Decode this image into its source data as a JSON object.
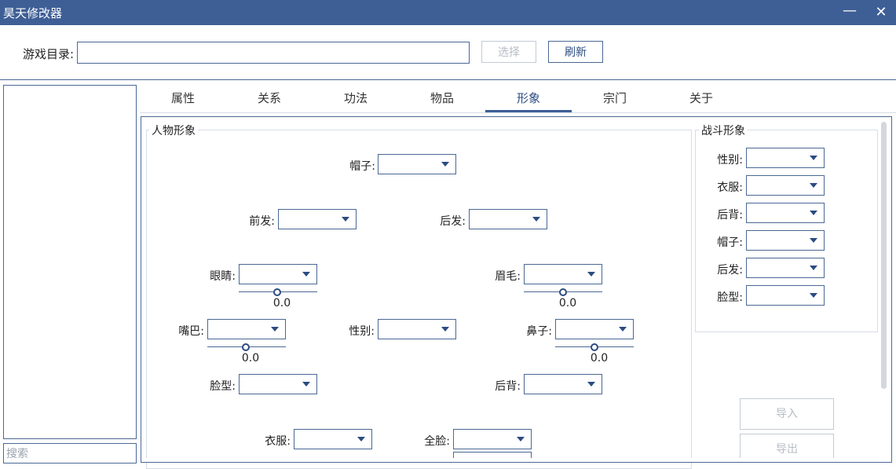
{
  "window": {
    "title": "昊天修改器",
    "minimize": "—",
    "close": "✕"
  },
  "toolbar": {
    "dir_label": "游戏目录:",
    "dir_value": "",
    "select_label": "选择",
    "refresh_label": "刷新"
  },
  "sidebar": {
    "search_placeholder": "搜索"
  },
  "tabs": [
    "属性",
    "关系",
    "功法",
    "物品",
    "形象",
    "宗门",
    "关于"
  ],
  "active_tab": "形象",
  "character_look": {
    "title": "人物形象",
    "hat": "帽子:",
    "front_hair": "前发:",
    "back_hair": "后发:",
    "eyes": "眼睛:",
    "eyebrows": "眉毛:",
    "mouth": "嘴巴:",
    "gender": "性别:",
    "nose": "鼻子:",
    "face_shape": "脸型:",
    "back": "后背:",
    "clothes": "衣服:",
    "full_face": "全脸:",
    "eyes_value": "0.0",
    "eyebrows_value": "0.0",
    "mouth_value": "0.0",
    "nose_value": "0.0"
  },
  "battle_look": {
    "title": "战斗形象",
    "gender": "性别:",
    "clothes": "衣服:",
    "back": "后背:",
    "hat": "帽子:",
    "back_hair": "后发:",
    "face_shape": "脸型:"
  },
  "actions": {
    "import_label": "导入",
    "export_label": "导出"
  },
  "colors": {
    "titlebar": "#3e5f96",
    "accent": "#4a6894"
  }
}
